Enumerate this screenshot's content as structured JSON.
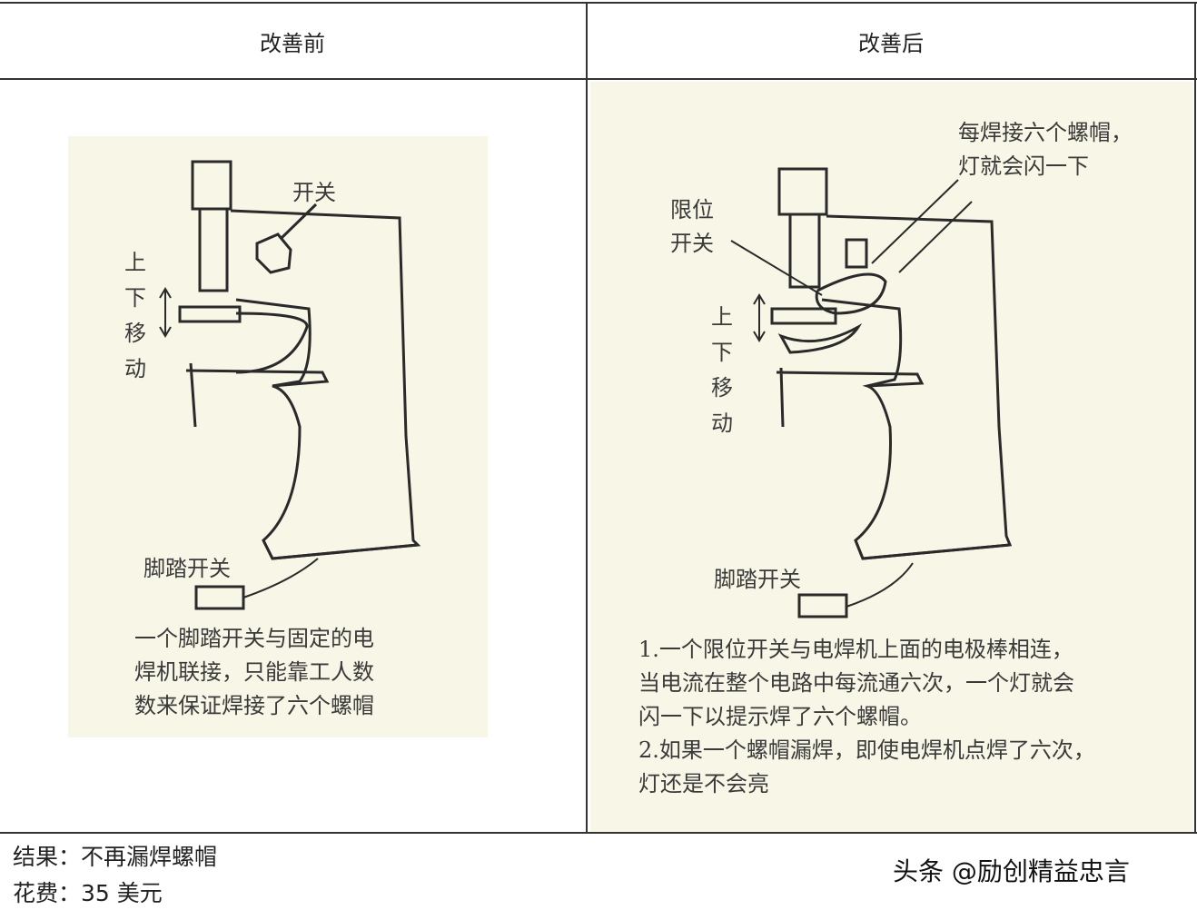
{
  "table": {
    "headers": [
      "改善前",
      "改善后"
    ]
  },
  "before": {
    "switch_label": "开关",
    "motion_label": "上下移动",
    "foot_switch_label": "脚踏开关",
    "description_lines": [
      "一个脚踏开关与固定的电",
      "焊机联接，只能靠工人数",
      "数来保证焊接了六个螺帽"
    ]
  },
  "after": {
    "callout_lines": [
      "每焊接六个螺帽，",
      "灯就会闪一下"
    ],
    "limit_switch_lines": [
      "限位",
      "开关"
    ],
    "motion_label": "上下移动",
    "foot_switch_label": "脚踏开关",
    "description_lines": [
      "1.一个限位开关与电焊机上面的电极棒相连，",
      "当电流在整个电路中每流通六次，一个灯就会",
      "闪一下以提示焊了六个螺帽。",
      "2.如果一个螺帽漏焊，即使电焊机点焊了六次，",
      "灯还是不会亮"
    ]
  },
  "footer": {
    "result": "结果：不再漏焊螺帽",
    "cost": "花费：35 美元"
  },
  "watermark": "头条 @励创精益忠言",
  "colors": {
    "panel_background": "#f8f6e6",
    "border": "#333333"
  }
}
